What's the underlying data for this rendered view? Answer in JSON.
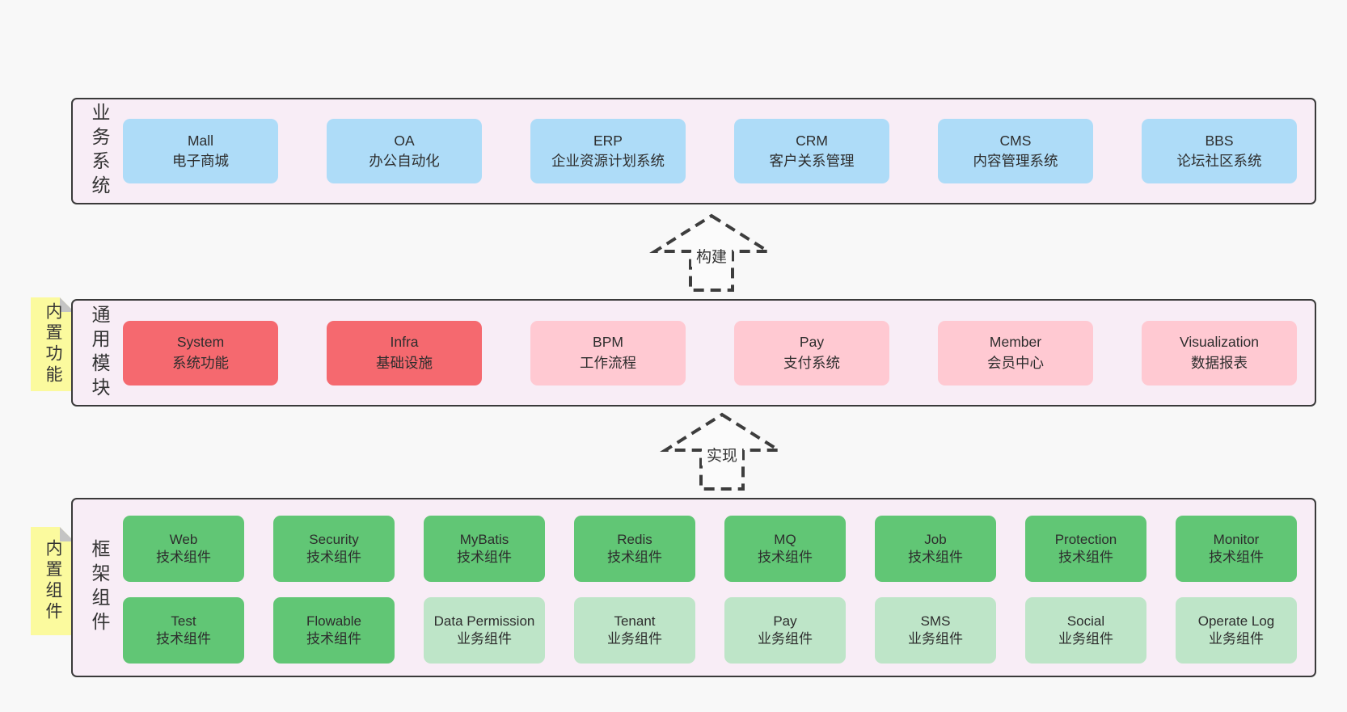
{
  "diagram": {
    "palette": {
      "page_bg": "#f8f8f8",
      "band_bg": "#f8edf6",
      "band_border": "#3a3a3a",
      "blue": "#aedcf8",
      "red": "#f5696f",
      "pink": "#ffc9d2",
      "green": "#61c675",
      "light_green": "#bee5c8",
      "sticky_yellow": "#fbfa9e",
      "fold_gray": "#c4c4c4",
      "text": "#2d2d2d"
    },
    "arrows": [
      {
        "label": "构建"
      },
      {
        "label": "实现"
      }
    ],
    "stickies": [
      {
        "label": "内置功能"
      },
      {
        "label": "内置组件"
      }
    ],
    "bands": [
      {
        "side_label": "业务系统",
        "boxes": [
          {
            "title": "Mall",
            "subtitle": "电子商城",
            "variant": "blue"
          },
          {
            "title": "OA",
            "subtitle": "办公自动化",
            "variant": "blue"
          },
          {
            "title": "ERP",
            "subtitle": "企业资源计划系统",
            "variant": "blue"
          },
          {
            "title": "CRM",
            "subtitle": "客户关系管理",
            "variant": "blue"
          },
          {
            "title": "CMS",
            "subtitle": "内容管理系统",
            "variant": "blue"
          },
          {
            "title": "BBS",
            "subtitle": "论坛社区系统",
            "variant": "blue"
          }
        ]
      },
      {
        "side_label": "通用模块",
        "boxes": [
          {
            "title": "System",
            "subtitle": "系统功能",
            "variant": "red"
          },
          {
            "title": "Infra",
            "subtitle": "基础设施",
            "variant": "red"
          },
          {
            "title": "BPM",
            "subtitle": "工作流程",
            "variant": "pink"
          },
          {
            "title": "Pay",
            "subtitle": "支付系统",
            "variant": "pink"
          },
          {
            "title": "Member",
            "subtitle": "会员中心",
            "variant": "pink"
          },
          {
            "title": "Visualization",
            "subtitle": "数据报表",
            "variant": "pink"
          }
        ]
      },
      {
        "side_label": "框架组件",
        "rows": [
          [
            {
              "title": "Web",
              "subtitle": "技术组件",
              "variant": "green"
            },
            {
              "title": "Security",
              "subtitle": "技术组件",
              "variant": "green"
            },
            {
              "title": "MyBatis",
              "subtitle": "技术组件",
              "variant": "green"
            },
            {
              "title": "Redis",
              "subtitle": "技术组件",
              "variant": "green"
            },
            {
              "title": "MQ",
              "subtitle": "技术组件",
              "variant": "green"
            },
            {
              "title": "Job",
              "subtitle": "技术组件",
              "variant": "green"
            },
            {
              "title": "Protection",
              "subtitle": "技术组件",
              "variant": "green"
            },
            {
              "title": "Monitor",
              "subtitle": "技术组件",
              "variant": "green"
            }
          ],
          [
            {
              "title": "Test",
              "subtitle": "技术组件",
              "variant": "green"
            },
            {
              "title": "Flowable",
              "subtitle": "技术组件",
              "variant": "green"
            },
            {
              "title": "Data Permission",
              "subtitle": "业务组件",
              "variant": "lightgreen"
            },
            {
              "title": "Tenant",
              "subtitle": "业务组件",
              "variant": "lightgreen"
            },
            {
              "title": "Pay",
              "subtitle": "业务组件",
              "variant": "lightgreen"
            },
            {
              "title": "SMS",
              "subtitle": "业务组件",
              "variant": "lightgreen"
            },
            {
              "title": "Social",
              "subtitle": "业务组件",
              "variant": "lightgreen"
            },
            {
              "title": "Operate Log",
              "subtitle": "业务组件",
              "variant": "lightgreen"
            }
          ]
        ]
      }
    ]
  }
}
